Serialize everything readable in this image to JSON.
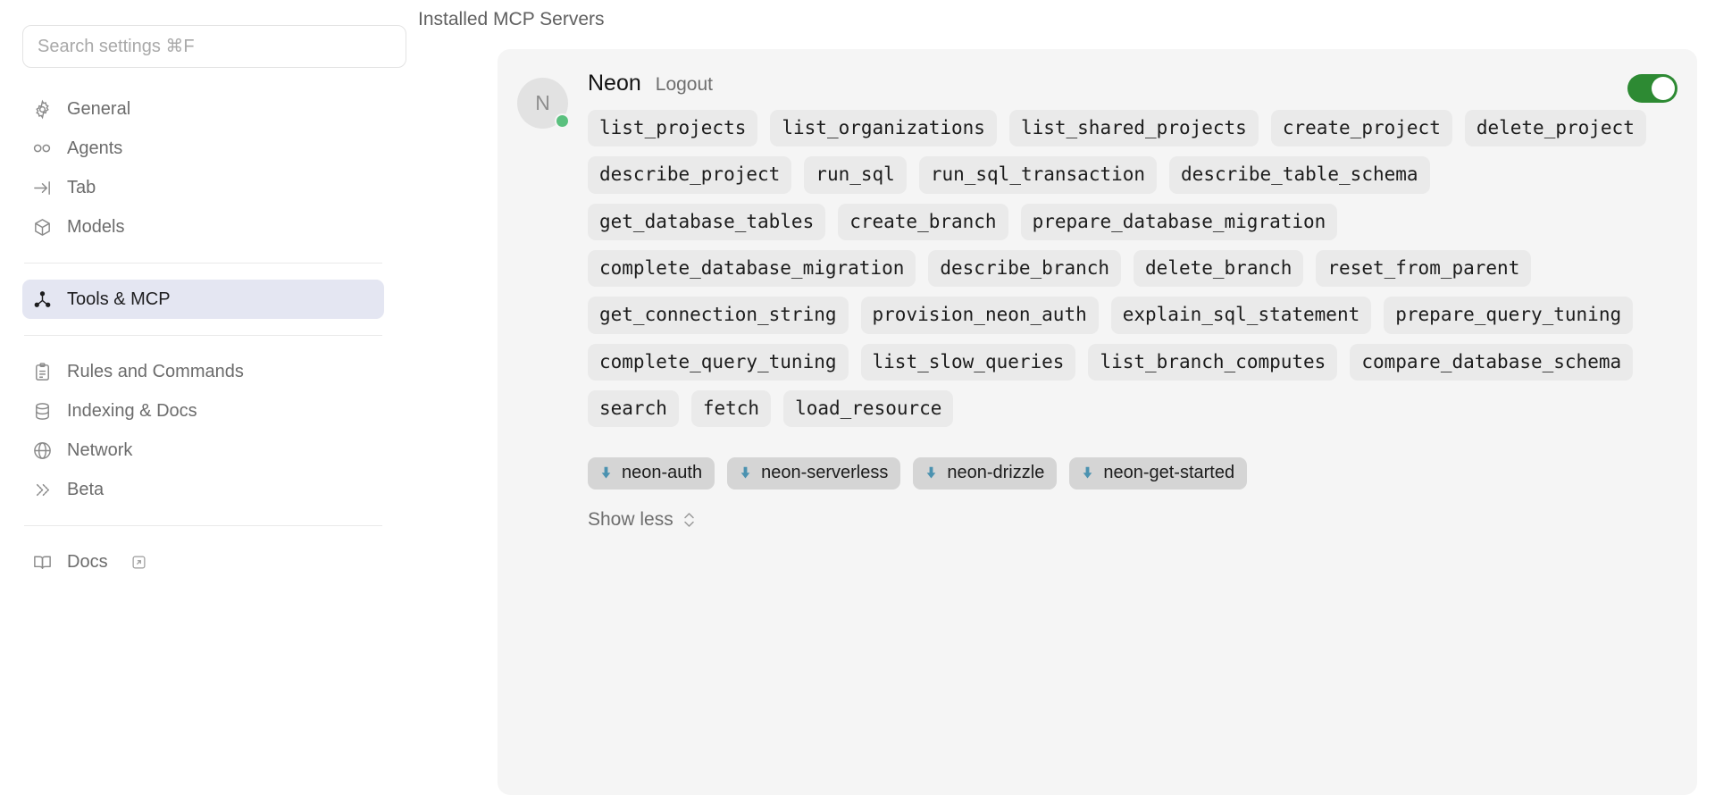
{
  "search": {
    "placeholder": "Search settings ⌘F",
    "value": ""
  },
  "sidebar": {
    "groups": [
      {
        "items": [
          {
            "label": "General",
            "icon": "gear-icon",
            "active": false
          },
          {
            "label": "Agents",
            "icon": "infinity-icon",
            "active": false
          },
          {
            "label": "Tab",
            "icon": "tab-arrow-icon",
            "active": false
          },
          {
            "label": "Models",
            "icon": "cube-icon",
            "active": false
          }
        ]
      },
      {
        "items": [
          {
            "label": "Tools & MCP",
            "icon": "node-graph-icon",
            "active": true
          }
        ]
      },
      {
        "items": [
          {
            "label": "Rules and Commands",
            "icon": "clipboard-icon",
            "active": false
          },
          {
            "label": "Indexing & Docs",
            "icon": "database-icon",
            "active": false
          },
          {
            "label": "Network",
            "icon": "globe-icon",
            "active": false
          },
          {
            "label": "Beta",
            "icon": "double-chevron-icon",
            "active": false
          }
        ]
      },
      {
        "items": [
          {
            "label": "Docs",
            "icon": "book-icon",
            "active": false,
            "external": true
          }
        ]
      }
    ]
  },
  "main": {
    "section_title": "Installed MCP Servers",
    "server": {
      "avatar_initial": "N",
      "name": "Neon",
      "logout_label": "Logout",
      "status": "connected",
      "enabled": true,
      "tools": [
        "list_projects",
        "list_organizations",
        "list_shared_projects",
        "create_project",
        "delete_project",
        "describe_project",
        "run_sql",
        "run_sql_transaction",
        "describe_table_schema",
        "get_database_tables",
        "create_branch",
        "prepare_database_migration",
        "complete_database_migration",
        "describe_branch",
        "delete_branch",
        "reset_from_parent",
        "get_connection_string",
        "provision_neon_auth",
        "explain_sql_statement",
        "prepare_query_tuning",
        "complete_query_tuning",
        "list_slow_queries",
        "list_branch_computes",
        "compare_database_schema",
        "search",
        "fetch",
        "load_resource"
      ],
      "resources": [
        "neon-auth",
        "neon-serverless",
        "neon-drizzle",
        "neon-get-started"
      ],
      "show_toggle_label": "Show less"
    }
  },
  "colors": {
    "accent_toggle_on": "#2d8a33",
    "status_dot": "#5ac07e",
    "active_nav_bg": "#e4e6f2",
    "resource_icon": "#4b92b0",
    "chip_bg": "#eaeaea",
    "resource_chip_bg": "#d5d5d5",
    "card_bg": "#f5f5f5"
  }
}
